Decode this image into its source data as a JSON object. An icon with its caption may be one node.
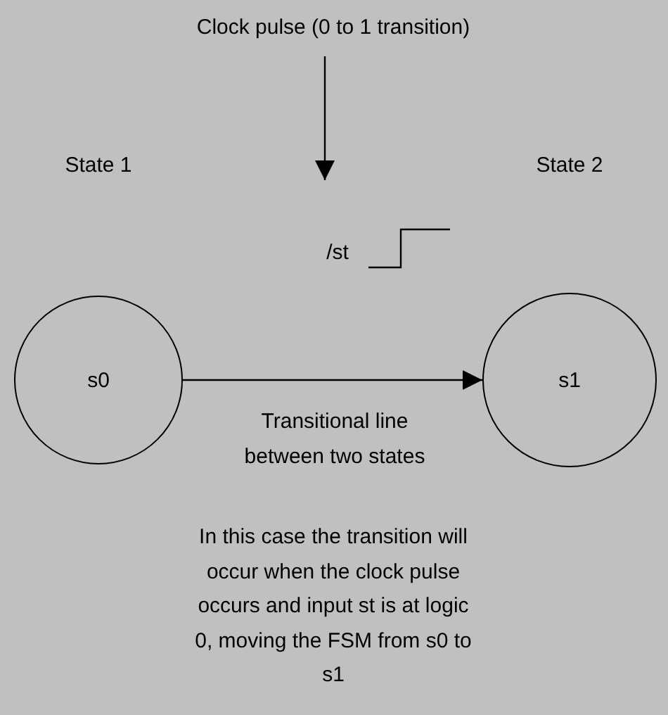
{
  "diagram": {
    "nodes": [
      {
        "text": [
          "Clock pulse (0 to 1 transition)"
        ]
      },
      {
        "text": [
          "s0"
        ]
      },
      {
        "text": [
          "s1"
        ]
      }
    ],
    "edges": [
      {
        "from": 0,
        "to": null,
        "arrow": "to"
      },
      {
        "from": 1,
        "to": 2,
        "arrow": "to"
      }
    ],
    "labels": [
      "State 1",
      "State 2",
      "/st",
      "Transitional line between two states",
      "In this case the transition will occur when the clock pulse occurs and input st is at logic 0, moving the FSM from s0 to s1"
    ]
  }
}
